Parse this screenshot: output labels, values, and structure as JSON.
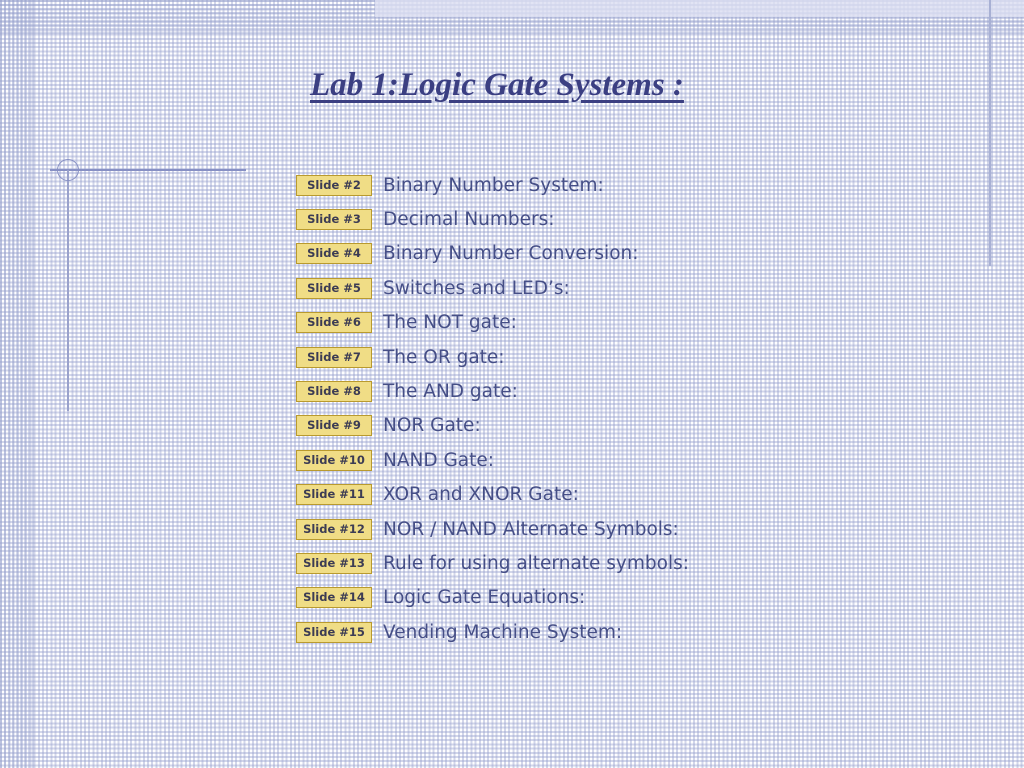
{
  "slide": {
    "title": "Lab 1:Logic Gate Systems :",
    "background": {
      "paper_color": "#fefeff",
      "grid_color": "#96a0cd",
      "band_color": "#dcdef2",
      "accent_line_color": "#8790c4"
    },
    "theme": {
      "title_color": "#3b3f82",
      "label_color": "#464f87",
      "button_fill": "#f0dd86",
      "button_border": "#b99a2e",
      "button_text": "#3c3c54"
    },
    "agenda": [
      {
        "button": "Slide #2",
        "label": "Binary Number System:"
      },
      {
        "button": "Slide #3",
        "label": "Decimal Numbers:"
      },
      {
        "button": "Slide #4",
        "label": "Binary Number Conversion:"
      },
      {
        "button": "Slide #5",
        "label": "Switches and LED’s:"
      },
      {
        "button": "Slide #6",
        "label": "The NOT gate:"
      },
      {
        "button": "Slide #7",
        "label": "The OR gate:"
      },
      {
        "button": "Slide #8",
        "label": "The AND gate:"
      },
      {
        "button": "Slide #9",
        "label": "NOR Gate:"
      },
      {
        "button": "Slide #10",
        "label": "NAND Gate:"
      },
      {
        "button": "Slide #11",
        "label": "XOR and XNOR Gate:"
      },
      {
        "button": "Slide #12",
        "label": "NOR / NAND Alternate Symbols:"
      },
      {
        "button": "Slide #13",
        "label": "Rule for using alternate symbols:"
      },
      {
        "button": "Slide #14",
        "label": "Logic Gate Equations:"
      },
      {
        "button": "Slide #15",
        "label": "Vending Machine System:"
      }
    ]
  }
}
